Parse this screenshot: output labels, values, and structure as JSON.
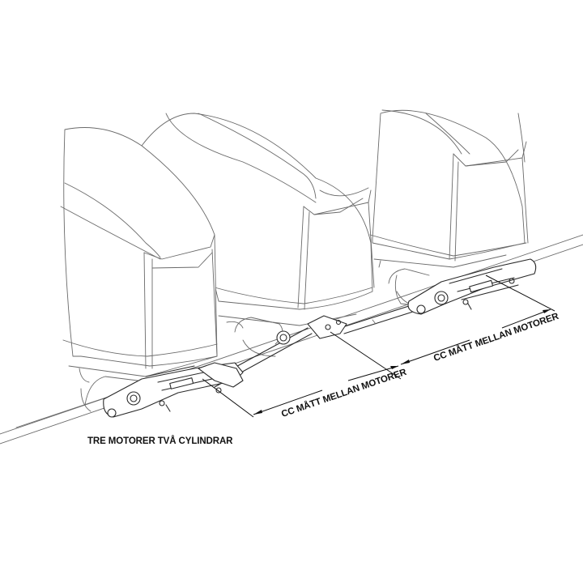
{
  "diagram": {
    "subject": "three outboard motors with two steering cylinders",
    "labels": {
      "main_caption": "TRE MOTORER TVÅ CYLINDRAR",
      "dimension_left": "CC MÅTT MELLAN MOTORER",
      "dimension_right": "CC MÅTT MELLAN MOTORER"
    },
    "components": {
      "motors": [
        "motor-left",
        "motor-center",
        "motor-right"
      ],
      "cylinders": [
        "cylinder-left",
        "cylinder-right"
      ],
      "tie_bars": [
        "tie-bar-left-center",
        "tie-bar-center-right"
      ]
    },
    "colors": {
      "line": "#6a6a6a",
      "dark_line": "#2a2a2a",
      "text": "#111111",
      "background": "#ffffff"
    }
  }
}
